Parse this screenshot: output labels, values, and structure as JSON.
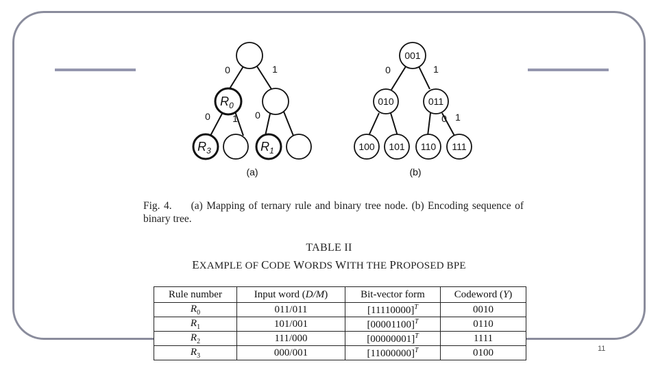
{
  "figure": {
    "tree_a": {
      "edge_labels": [
        "0",
        "1",
        "0",
        "1",
        "0"
      ],
      "node_labels": {
        "r0": "R",
        "r0_sub": "0",
        "r3": "R",
        "r3_sub": "3",
        "r1": "R",
        "r1_sub": "1"
      },
      "panel_label": "(a)"
    },
    "tree_b": {
      "node_labels": [
        "001",
        "010",
        "011",
        "100",
        "101",
        "110",
        "111"
      ],
      "edge_labels": [
        "0",
        "1",
        "0",
        "1"
      ],
      "panel_label": "(b)"
    },
    "caption_label": "Fig. 4.",
    "caption_text": "(a) Mapping of ternary rule and binary tree node. (b) Encoding sequence of binary tree."
  },
  "table": {
    "title": "TABLE II",
    "subtitle_parts": [
      "E",
      "XAMPLE OF ",
      "C",
      "ODE ",
      "W",
      "ORDS ",
      "W",
      "ITH THE ",
      "P",
      "ROPOSED BPE"
    ],
    "headers": {
      "rule": "Rule number",
      "input_prefix": "Input word (",
      "input_var": "D/M",
      "input_suffix": ")",
      "bitvector": "Bit-vector form",
      "codeword_prefix": "Codeword (",
      "codeword_var": "Y",
      "codeword_suffix": ")"
    },
    "rows": [
      {
        "rule": "R",
        "sub": "0",
        "input": "011/011",
        "bitvector": "[11110000]",
        "sup": "T",
        "codeword": "0010"
      },
      {
        "rule": "R",
        "sub": "1",
        "input": "101/001",
        "bitvector": "[00001100]",
        "sup": "T",
        "codeword": "0110"
      },
      {
        "rule": "R",
        "sub": "2",
        "input": "111/000",
        "bitvector": "[00000001]",
        "sup": "T",
        "codeword": "1111"
      },
      {
        "rule": "R",
        "sub": "3",
        "input": "000/001",
        "bitvector": "[11000000]",
        "sup": "T",
        "codeword": "0100"
      }
    ]
  },
  "page_number": "11",
  "colors": {
    "frame": "#8a8c9c",
    "rule_bar": "#9496ae"
  }
}
